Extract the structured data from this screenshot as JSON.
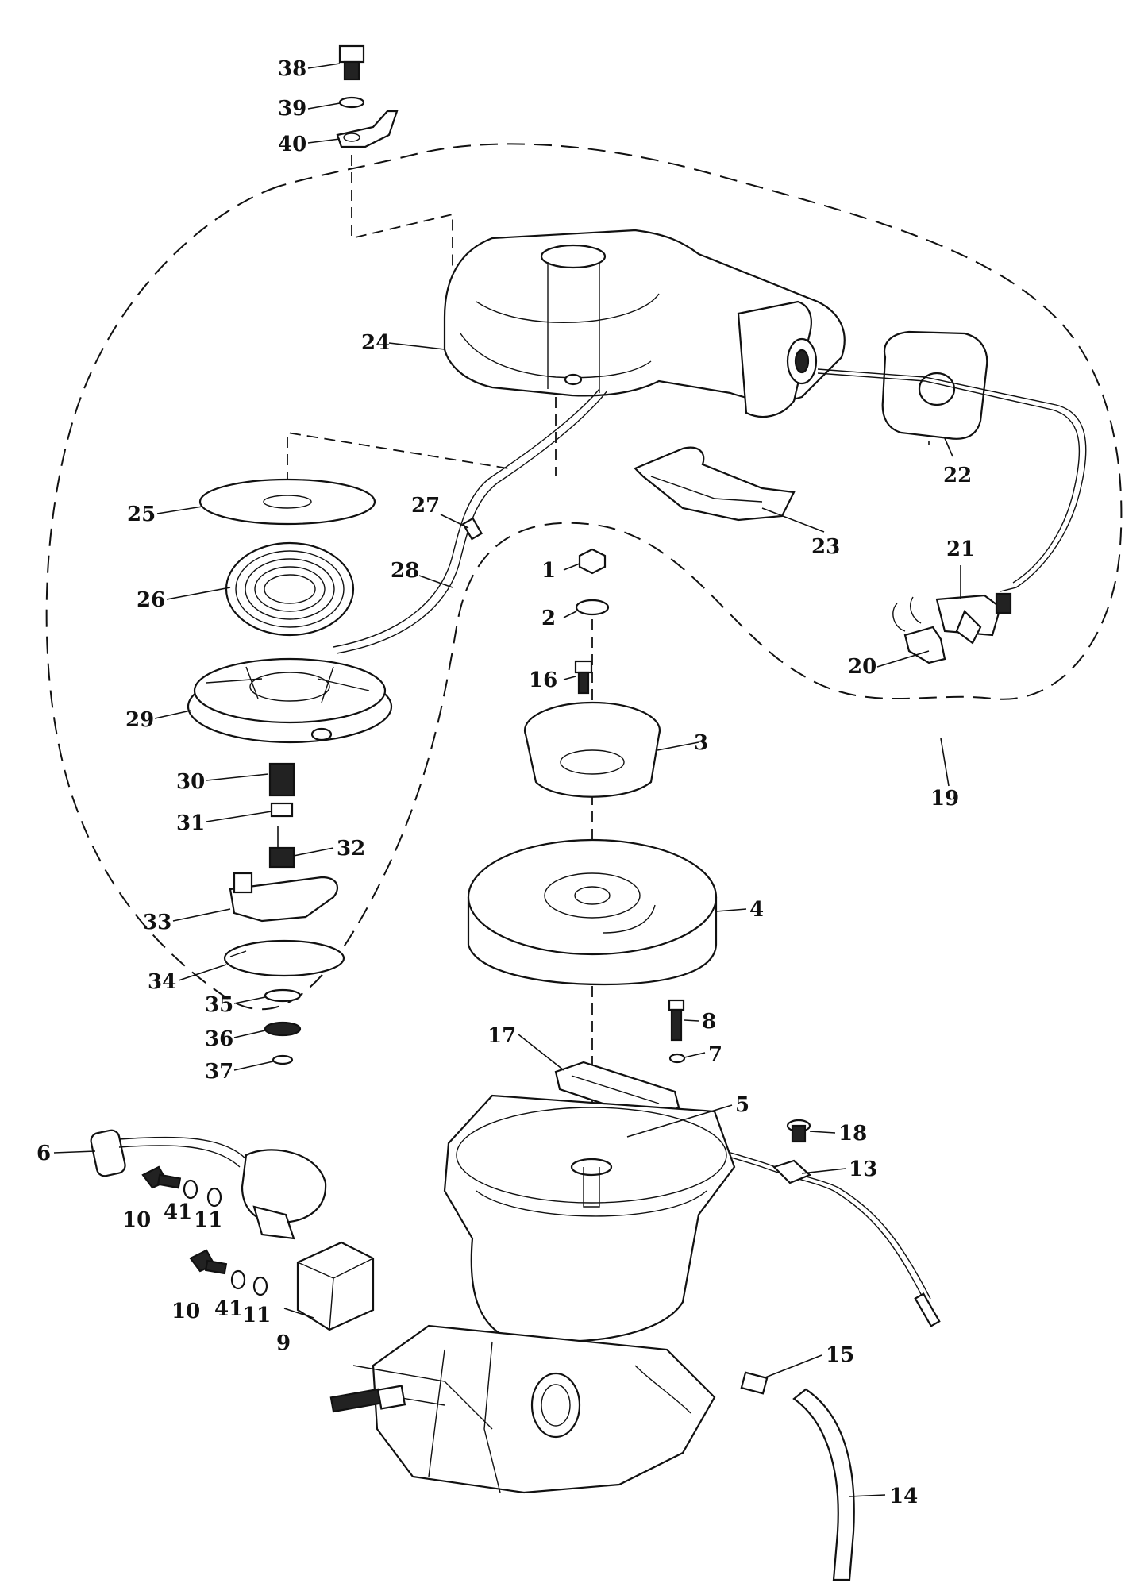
{
  "labels": {
    "p1": "1",
    "p2": "2",
    "p3": "3",
    "p4": "4",
    "p5": "5",
    "p6": "6",
    "p7": "7",
    "p8": "8",
    "p9": "9",
    "p10a": "10",
    "p10b": "10",
    "p11a": "11",
    "p11b": "11",
    "p13": "13",
    "p14": "14",
    "p15": "15",
    "p16": "16",
    "p17": "17",
    "p18": "18",
    "p19": "19",
    "p20": "20",
    "p21": "21",
    "p22": "22",
    "p23": "23",
    "p24": "24",
    "p25": "25",
    "p26": "26",
    "p27": "27",
    "p28": "28",
    "p29": "29",
    "p30": "30",
    "p31": "31",
    "p32": "32",
    "p33": "33",
    "p34": "34",
    "p35": "35",
    "p36": "36",
    "p37": "37",
    "p38": "38",
    "p39": "39",
    "p40": "40",
    "p41a": "41",
    "p41b": "41"
  }
}
